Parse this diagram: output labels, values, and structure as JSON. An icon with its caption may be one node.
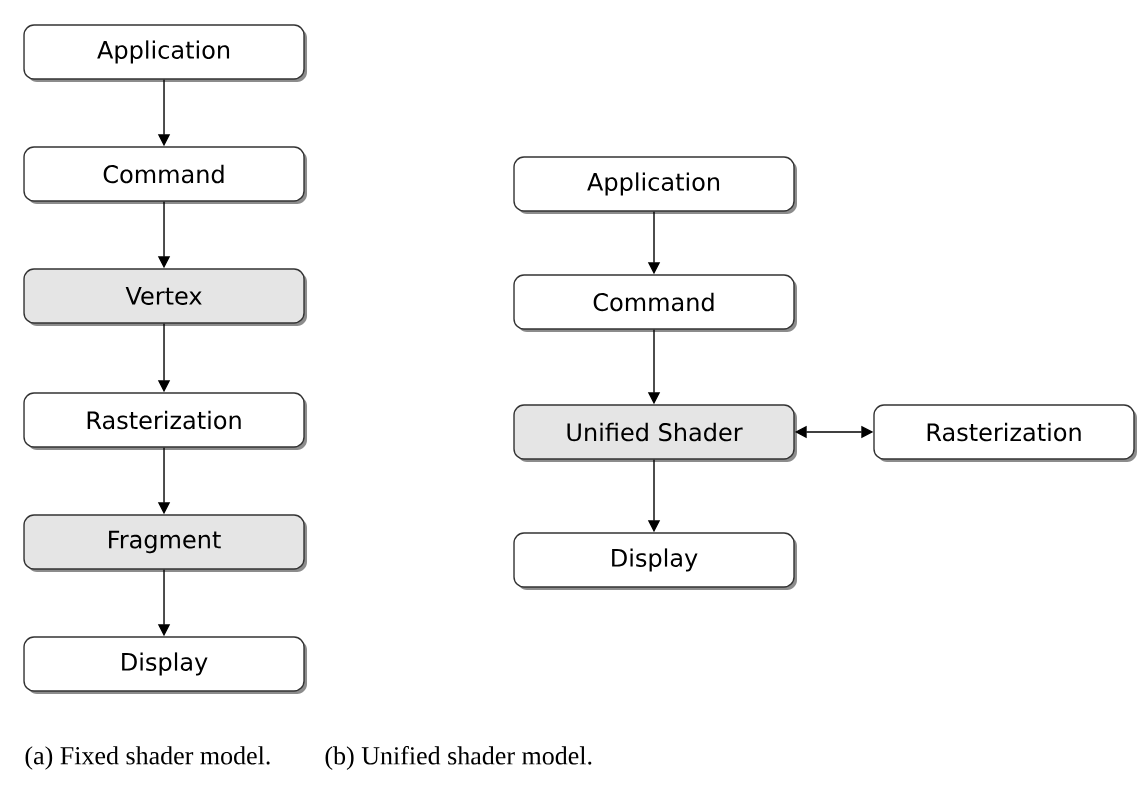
{
  "diagram": {
    "nodes": [
      {
        "text": [
          "Application"
        ]
      },
      {
        "text": [
          "Command"
        ]
      },
      {
        "text": [
          "Vertex"
        ]
      },
      {
        "text": [
          "Rasterization"
        ]
      },
      {
        "text": [
          "Fragment"
        ]
      },
      {
        "text": [
          "Display"
        ]
      },
      {
        "text": [
          "Application"
        ]
      },
      {
        "text": [
          "Command"
        ]
      },
      {
        "text": [
          "Unified Shader"
        ]
      },
      {
        "text": [
          "Rasterization"
        ]
      },
      {
        "text": [
          "Display"
        ]
      }
    ],
    "edges": [
      {
        "from": 0,
        "to": 1,
        "arrow": "to"
      },
      {
        "from": 1,
        "to": 2,
        "arrow": "to"
      },
      {
        "from": 2,
        "to": 3,
        "arrow": "to"
      },
      {
        "from": 3,
        "to": 4,
        "arrow": "to"
      },
      {
        "from": 4,
        "to": 5,
        "arrow": "to"
      },
      {
        "from": 6,
        "to": 7,
        "arrow": "to"
      },
      {
        "from": 7,
        "to": 8,
        "arrow": "to"
      },
      {
        "from": 8,
        "to": 9,
        "arrow": "both"
      },
      {
        "from": 8,
        "to": 10,
        "arrow": "to"
      }
    ],
    "labels": [
      "(a) Fixed shader model.",
      "(b) Unified shader model."
    ]
  }
}
